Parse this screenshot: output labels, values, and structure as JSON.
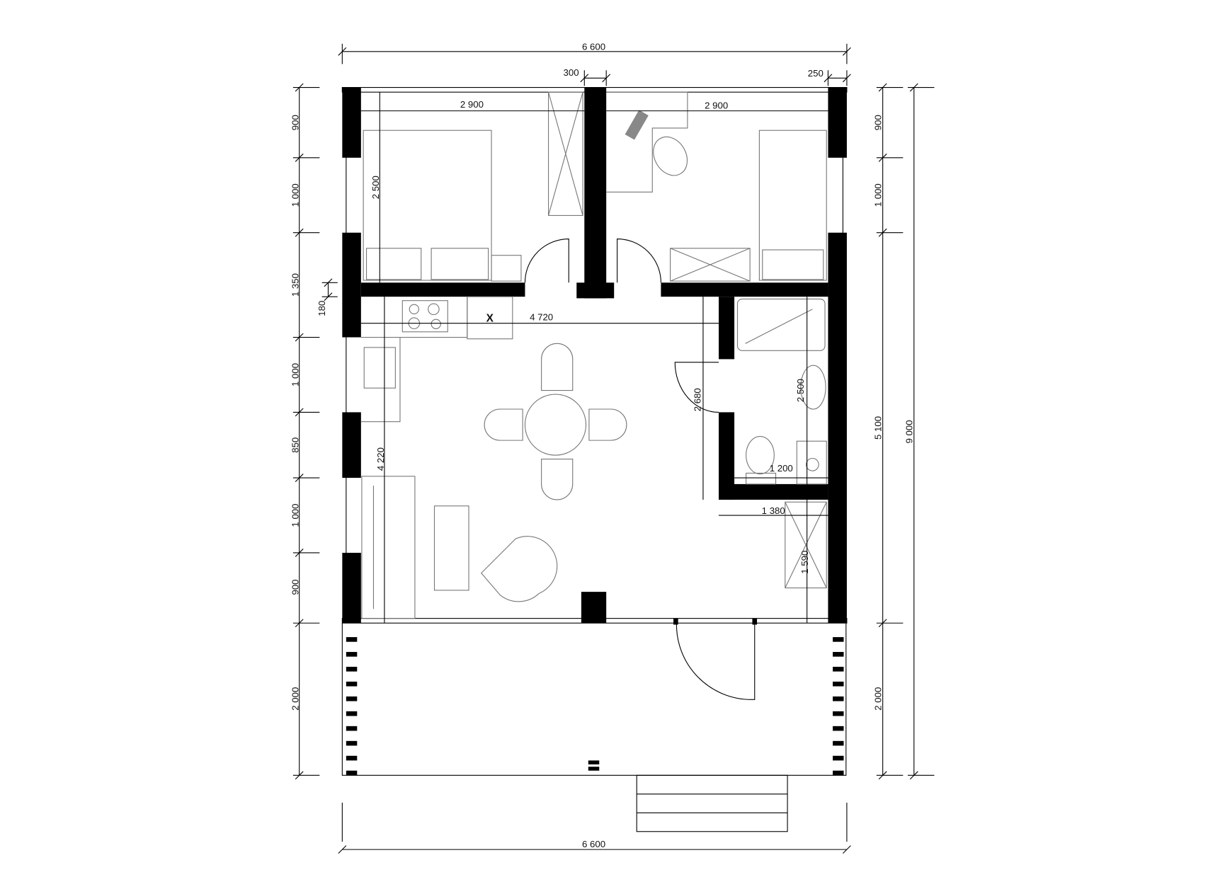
{
  "drawing": {
    "kind": "floor-plan",
    "units": "mm",
    "wall_color": "#000000",
    "furniture_color": "#777777"
  },
  "dims": {
    "top_overall": "6 600",
    "top_wall_300": "300",
    "top_wall_250": "250",
    "bedroom1_width": "2 900",
    "bedroom2_width": "2 900",
    "bedroom1_depth": "2 500",
    "left_900_a": "900",
    "left_1000_a": "1 000",
    "left_1350": "1 350",
    "left_180": "180",
    "left_1000_b": "1 000",
    "left_850": "850",
    "left_1000_c": "1 000",
    "left_900_b": "900",
    "left_2000": "2 000",
    "right_900": "900",
    "right_1000": "1 000",
    "right_5100": "5 100",
    "right_9000": "9 000",
    "right_2000": "2 000",
    "living_width": "4 720",
    "living_depth": "4 220",
    "hall_2680": "2 680",
    "bath_2500": "2 500",
    "bath_1200": "1 200",
    "hall_1380": "1 380",
    "closet_1590": "1 590",
    "kitchen_mark": "X",
    "bottom_overall": "6 600"
  }
}
